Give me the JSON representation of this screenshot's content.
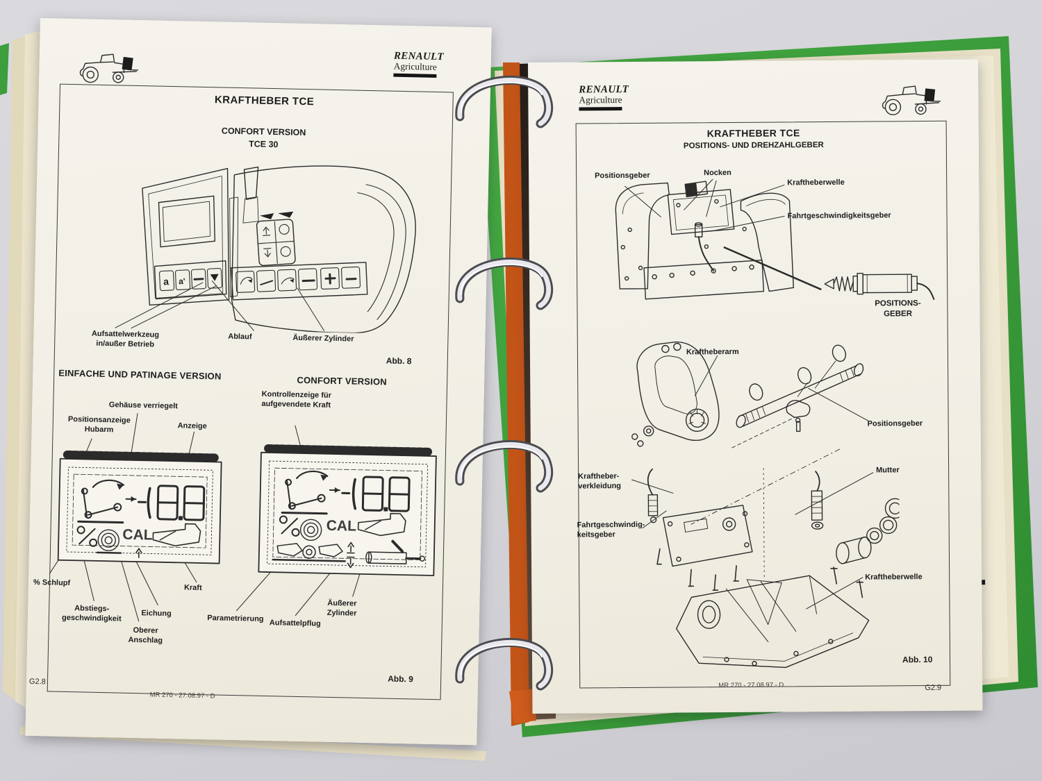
{
  "brand": {
    "name": "RENAULT",
    "division": "Agriculture"
  },
  "colors": {
    "binder_green": "#3c9e3c",
    "divider_orange": "#c35418",
    "paper": "#f2efe6"
  },
  "left_page": {
    "box_title": "KRAFTHEBER TCE",
    "version": "CONFORT VERSION\nTCE 30",
    "fig8": {
      "aufsattelwerkzeug": "Aufsattelwerkzeug\nin/außer Betrieb",
      "ablauf": "Ablauf",
      "aeusserer_zylinder": "Äußerer Zylinder",
      "caption": "Abb. 8"
    },
    "heading_einfache": "EINFACHE UND PATINAGE VERSION",
    "heading_confort": "CONFORT VERSION",
    "fig9": {
      "gehaeuse": "Gehäuse verriegelt",
      "positionsanzeige": "Positionsanzeige\nHubarm",
      "anzeige": "Anzeige",
      "kontrollanzeige": "Kontrollenzeige für\naufgevendete Kraft",
      "schlupf": "% Schlupf",
      "abstieg": "Abstiegs-\ngeschwindigkeit",
      "oberer_anschlag": "Oberer\nAnschlag",
      "eichung": "Eichung",
      "kraft": "Kraft",
      "parametrierung": "Parametrierung",
      "aufsattelpflug": "Aufsattelpflug",
      "aeusserer_zylinder": "Äußerer\nZylinder",
      "cal": "CAL",
      "caption": "Abb. 9"
    },
    "footer": {
      "page_code": "G2.8",
      "doc_ref": "MR 270 - 27.08.97 - D"
    }
  },
  "right_page": {
    "box_title": "KRAFTHEBER TCE",
    "box_subtitle": "POSITIONS- UND DREHZAHLGEBER",
    "fig10": {
      "positionsgeber_top": "Positionsgeber",
      "nocken": "Nocken",
      "kraftheberwelle_top": "Kraftheberwelle",
      "fahrtgeschwindigkeitsgeber": "Fahrtgeschwindigkeitsgeber",
      "positionsgeber_caps": "POSITIONS-\nGEBER",
      "kraftheberarm": "Kraftheberarm",
      "positionsgeber_mid": "Positionsgeber",
      "kraftheberverkleidung": "Kraftheber-\nverkleidung",
      "mutter": "Mutter",
      "fahrtgeschwindigkeitsgeber_low": "Fahrtgeschwindig-\nkeitsgeber",
      "kraftheberwelle_low": "Kraftheberwelle",
      "caption": "Abb. 10"
    },
    "footer": {
      "doc_ref": "MR 270 - 27.08.97 - D",
      "page_code": "G2.9"
    }
  }
}
